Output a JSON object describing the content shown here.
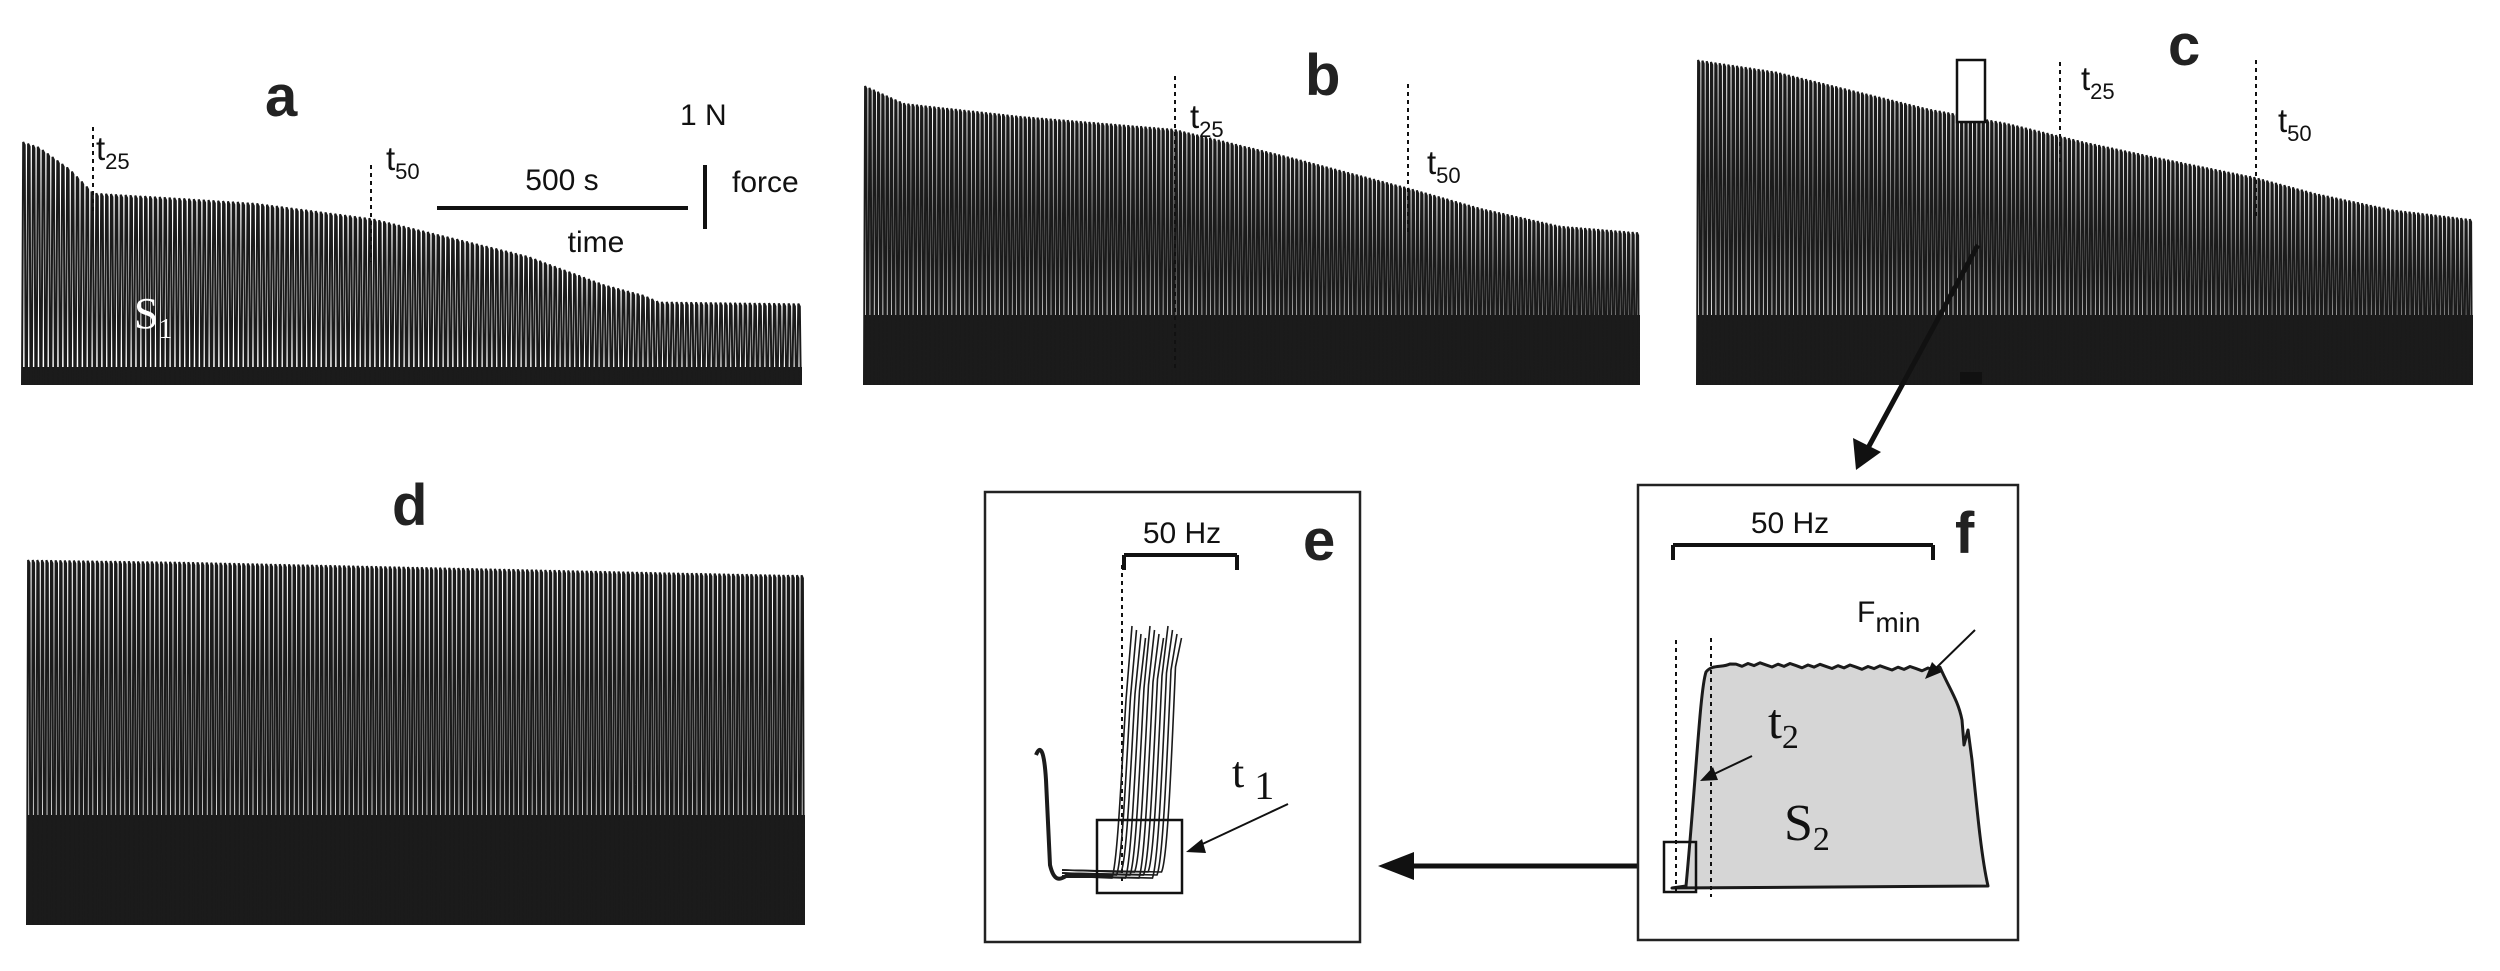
{
  "panels": {
    "a": {
      "letter": "a",
      "markers": [
        {
          "base": "t",
          "sub": "25",
          "frac": 0.09
        },
        {
          "base": "t",
          "sub": "50",
          "frac": 0.45
        }
      ],
      "trace": {
        "cycles": 160,
        "top": [
          [
            0,
            0.0
          ],
          [
            0.02,
            0.03
          ],
          [
            0.06,
            0.16
          ],
          [
            0.09,
            0.3
          ],
          [
            0.2,
            0.33
          ],
          [
            0.3,
            0.36
          ],
          [
            0.45,
            0.45
          ],
          [
            0.55,
            0.56
          ],
          [
            0.65,
            0.67
          ],
          [
            0.75,
            0.84
          ],
          [
            0.8,
            0.9
          ],
          [
            0.82,
            0.94
          ],
          [
            1.0,
            0.95
          ]
        ]
      },
      "area_label": {
        "base": "S",
        "sub": "1"
      },
      "scalebar": {
        "time_value": "500 s",
        "time_label": "time",
        "force_value": "1 N",
        "force_label": "force"
      }
    },
    "b": {
      "letter": "b",
      "markers": [
        {
          "base": "t",
          "sub": "25",
          "frac": 0.4
        },
        {
          "base": "t",
          "sub": "50",
          "frac": 0.7
        }
      ],
      "trace": {
        "cycles": 180,
        "top": [
          [
            0,
            0.0
          ],
          [
            0.05,
            0.08
          ],
          [
            0.2,
            0.14
          ],
          [
            0.4,
            0.2
          ],
          [
            0.55,
            0.33
          ],
          [
            0.7,
            0.47
          ],
          [
            0.8,
            0.57
          ],
          [
            0.9,
            0.65
          ],
          [
            1.0,
            0.68
          ]
        ]
      }
    },
    "c": {
      "letter": "c",
      "markers": [
        {
          "base": "t",
          "sub": "25",
          "frac": 0.47
        },
        {
          "base": "t",
          "sub": "50",
          "frac": 0.72
        }
      ],
      "trace": {
        "cycles": 180,
        "top": [
          [
            0,
            0.0
          ],
          [
            0.1,
            0.05
          ],
          [
            0.2,
            0.13
          ],
          [
            0.3,
            0.21
          ],
          [
            0.4,
            0.27
          ],
          [
            0.5,
            0.35
          ],
          [
            0.6,
            0.42
          ],
          [
            0.72,
            0.5
          ],
          [
            0.8,
            0.57
          ],
          [
            0.9,
            0.64
          ],
          [
            1.0,
            0.68
          ]
        ]
      }
    },
    "d": {
      "letter": "d",
      "trace": {
        "cycles": 170,
        "top": [
          [
            0,
            0.0
          ],
          [
            0.2,
            0.02
          ],
          [
            0.5,
            0.07
          ],
          [
            0.8,
            0.12
          ],
          [
            1.0,
            0.15
          ]
        ]
      }
    },
    "e": {
      "letter": "e",
      "scalebar_label": "50 Hz",
      "label": {
        "base": "t",
        "sub": "1"
      }
    },
    "f": {
      "letter": "f",
      "scalebar_label": "50 Hz",
      "fmin": {
        "base": "F",
        "sub": "min"
      },
      "t2": {
        "base": "t",
        "sub": "2"
      },
      "area_label": {
        "base": "S",
        "sub": "2"
      }
    }
  },
  "colors": {
    "trace": "#1b1b1b",
    "fill": "#d6d6d6",
    "ink": "#111111",
    "bg": "#ffffff"
  }
}
